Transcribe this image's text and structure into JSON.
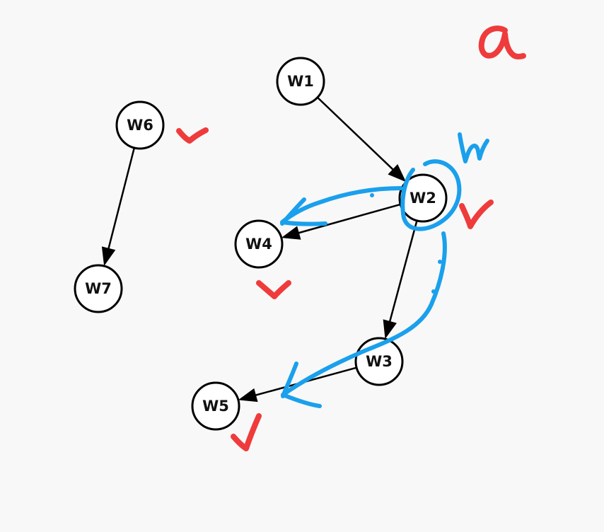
{
  "colors": {
    "background": "#f8f8f8",
    "node_fill": "#ffffff",
    "node_stroke": "#000000",
    "edge": "#000000",
    "annotation_red": "#ef3b3b",
    "annotation_blue": "#1aa0ec"
  },
  "nodes": [
    {
      "id": "W1",
      "label": "W1"
    },
    {
      "id": "W2",
      "label": "W2"
    },
    {
      "id": "W3",
      "label": "W3"
    },
    {
      "id": "W4",
      "label": "W4"
    },
    {
      "id": "W5",
      "label": "W5"
    },
    {
      "id": "W6",
      "label": "W6"
    },
    {
      "id": "W7",
      "label": "W7"
    }
  ],
  "edges": [
    {
      "from": "W1",
      "to": "W2"
    },
    {
      "from": "W2",
      "to": "W4"
    },
    {
      "from": "W2",
      "to": "W3"
    },
    {
      "from": "W3",
      "to": "W5"
    },
    {
      "from": "W6",
      "to": "W7"
    }
  ],
  "annotations": {
    "handwritten_letter": "a",
    "checkmarks_on": [
      "W6",
      "W2",
      "W4",
      "W5"
    ],
    "blue_marks": [
      "circle around W2",
      "arrow W2 to W4",
      "arrow W2 to W5",
      "scribble near W2"
    ]
  }
}
